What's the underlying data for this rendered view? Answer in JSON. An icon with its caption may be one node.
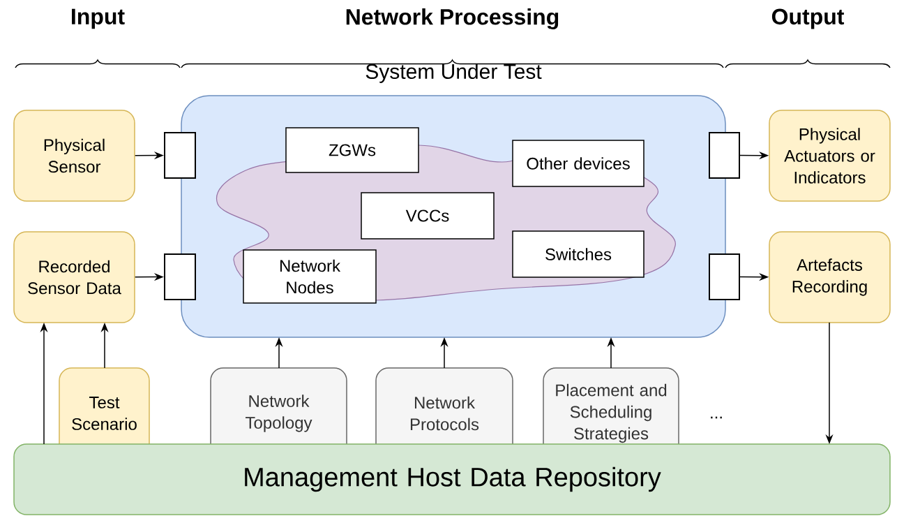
{
  "diagram": {
    "nodes": [
      {
        "text": [
          "System Under Test"
        ]
      },
      {
        "text": [],
        "shape": "cloud",
        "in": 0
      },
      {
        "text": [
          "ZGWs"
        ],
        "in": 0
      },
      {
        "text": [
          "Other devices"
        ],
        "in": 1
      },
      {
        "text": [
          "VCCs"
        ],
        "in": 1
      },
      {
        "text": [
          "Switches"
        ],
        "in": 1
      },
      {
        "text": [
          "Network Nodes"
        ],
        "in": 1
      },
      {
        "text": [],
        "shape": "box"
      },
      {
        "text": [],
        "shape": "box"
      },
      {
        "text": [],
        "shape": "box"
      },
      {
        "text": [],
        "shape": "box"
      },
      {
        "text": [
          "Physical Sensor"
        ]
      },
      {
        "text": [
          "Recorded Sensor Data"
        ]
      },
      {
        "text": [
          "Test Scenario"
        ]
      },
      {
        "text": [
          "Physical Actuators or Indicators"
        ]
      },
      {
        "text": [
          "Artefacts Recording"
        ]
      },
      {
        "text": [
          "Network Topology"
        ]
      },
      {
        "text": [
          "Network Protocols"
        ]
      },
      {
        "text": [
          "Placement and Scheduling Strategies"
        ]
      },
      {
        "text": [
          "Management Host Data Repository"
        ]
      }
    ],
    "edges": [
      {
        "from": 11,
        "to": 7,
        "arrow": "to"
      },
      {
        "from": 12,
        "to": 8,
        "arrow": "to"
      },
      {
        "from": 9,
        "to": 14,
        "arrow": "to"
      },
      {
        "from": 10,
        "to": 15,
        "arrow": "to"
      },
      {
        "from": 19,
        "to": 12,
        "arrow": "to"
      },
      {
        "from": 13,
        "to": 12,
        "arrow": "to"
      },
      {
        "from": 16,
        "to": 0,
        "arrow": "to"
      },
      {
        "from": 17,
        "to": 0,
        "arrow": "to"
      },
      {
        "from": 18,
        "to": 0,
        "arrow": "to"
      },
      {
        "from": 15,
        "to": 19,
        "arrow": "to"
      }
    ],
    "labels": [
      "Input",
      "Network Processing",
      "Output",
      "..."
    ]
  }
}
